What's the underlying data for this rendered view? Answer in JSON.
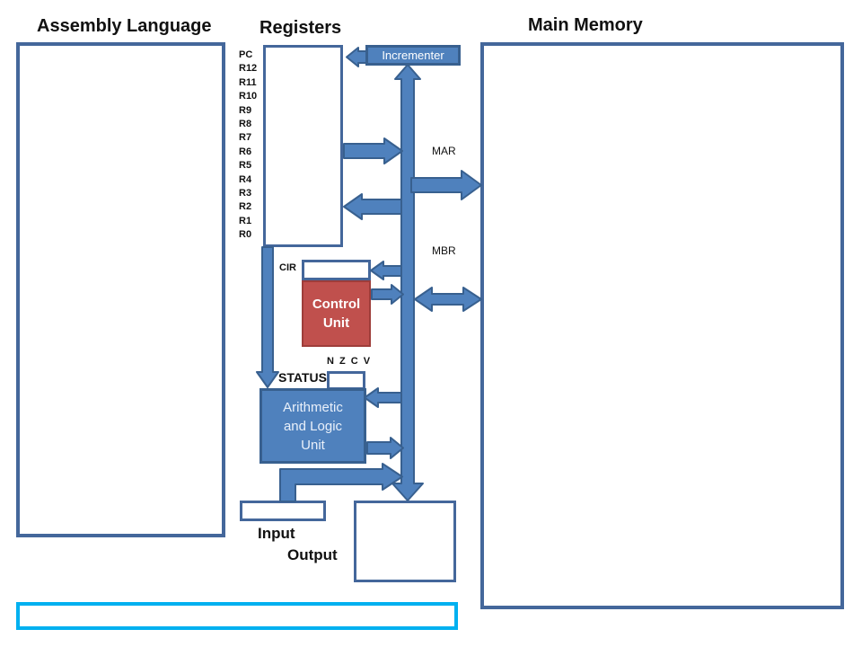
{
  "titles": {
    "assembly": "Assembly Language",
    "registers": "Registers",
    "main_memory": "Main Memory"
  },
  "register_labels": [
    "PC",
    "R12",
    "R11",
    "R10",
    "R9",
    "R8",
    "R7",
    "R6",
    "R5",
    "R4",
    "R3",
    "R2",
    "R1",
    "R0"
  ],
  "blocks": {
    "incrementer": "Incrementer",
    "control_unit": "Control Unit",
    "alu": "Arithmetic and Logic Unit",
    "input_label": "Input",
    "output_label": "Output"
  },
  "labels": {
    "mar": "MAR",
    "mbr": "MBR",
    "cir": "CIR",
    "status": "STATUS",
    "condition_flags": "N Z C V"
  },
  "colors": {
    "arrow_fill": "#4f81bd",
    "arrow_border": "#38608f",
    "box_border": "#44679b",
    "control_unit_fill": "#c0504d",
    "control_unit_border": "#9e3d3a",
    "block_fill": "#4f81bd",
    "io_highlight": "#00b0f0",
    "title_color": "#111111"
  }
}
